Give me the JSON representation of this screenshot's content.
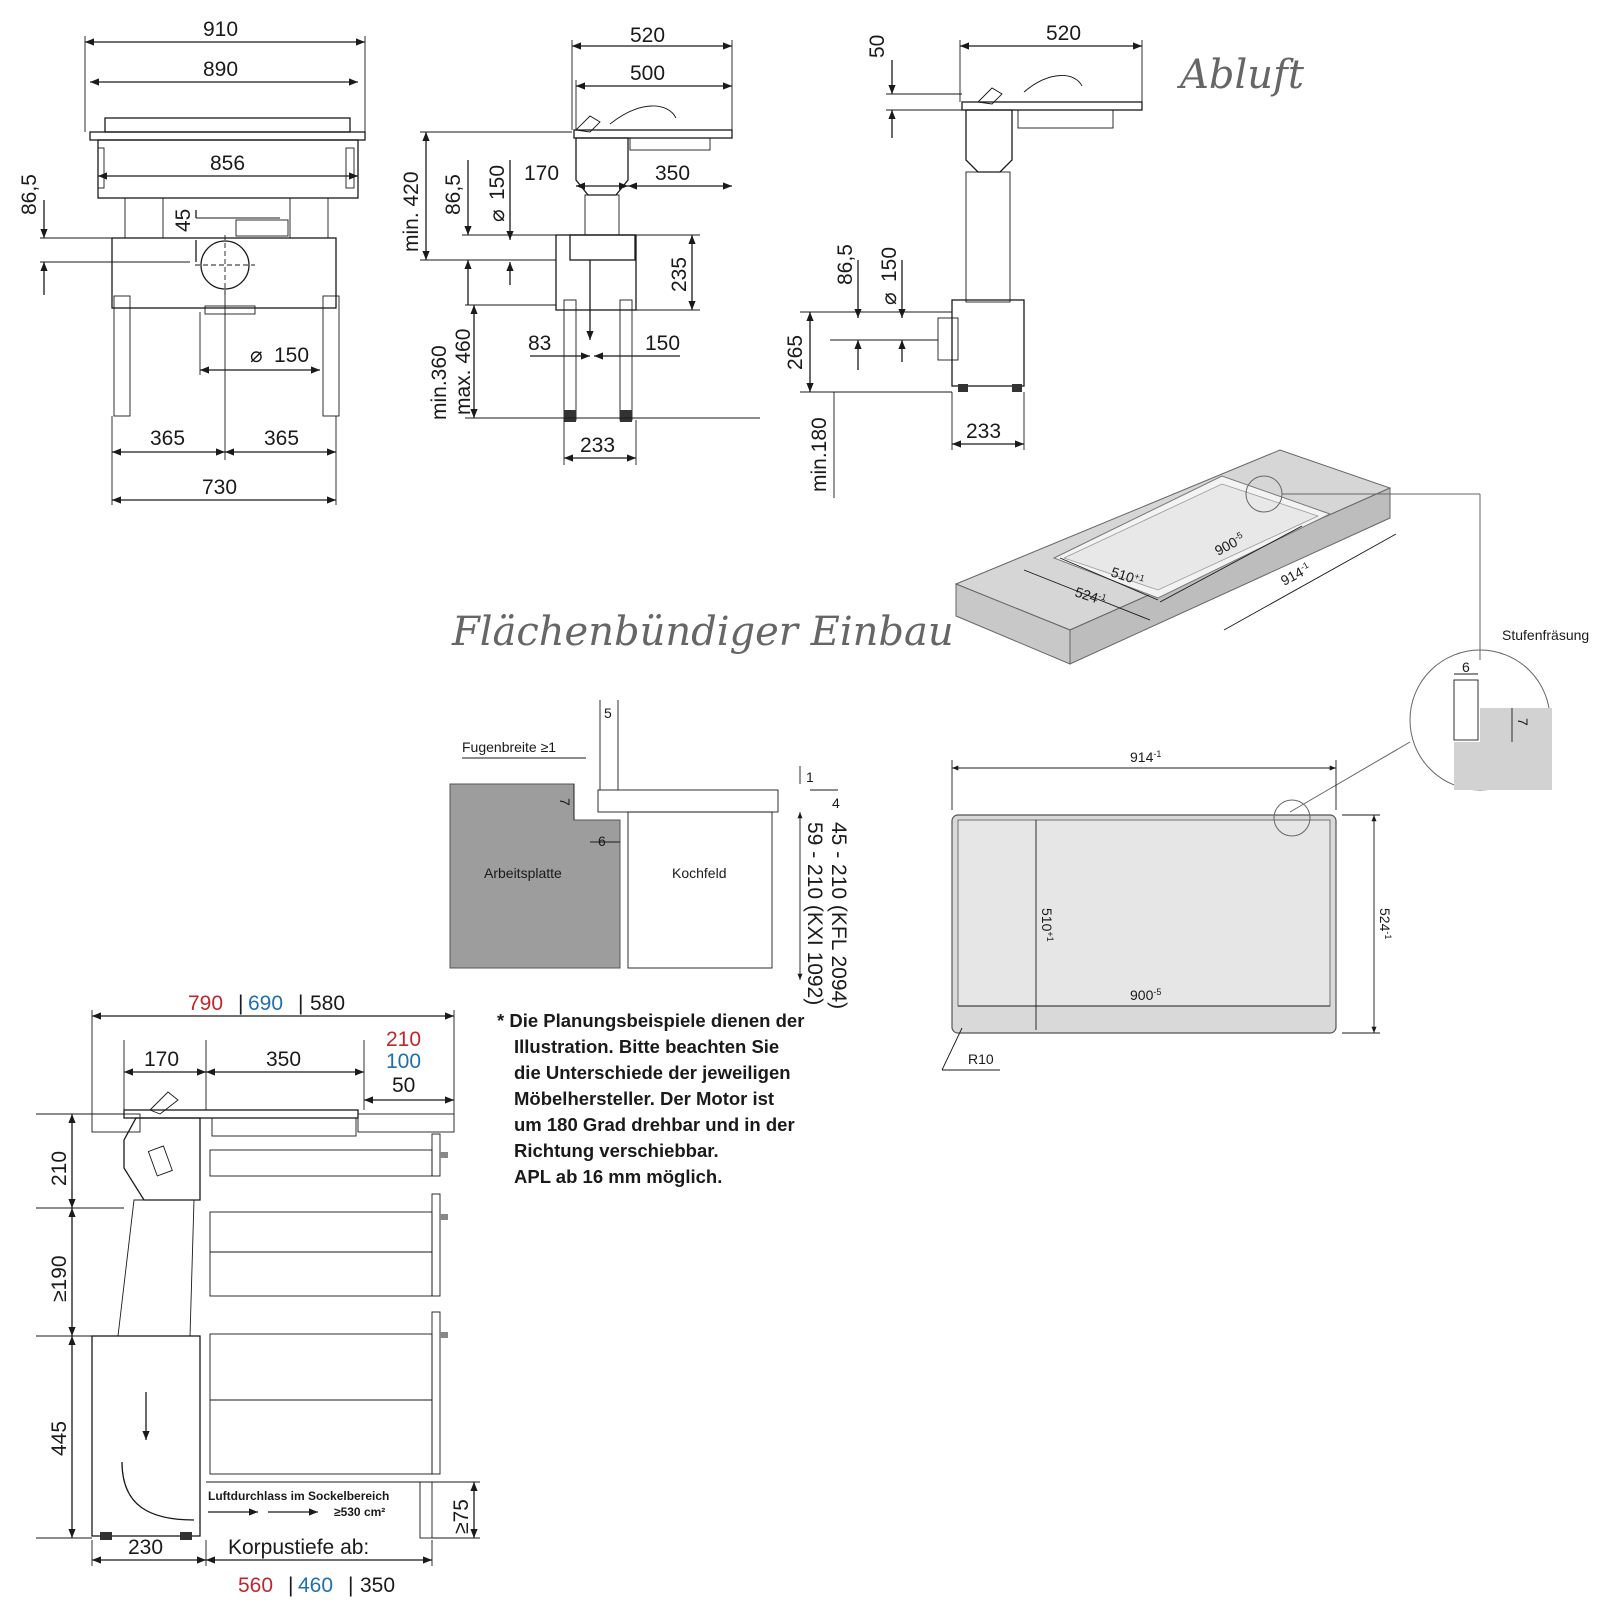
{
  "headings": {
    "abluft": "Abluft",
    "flush": "Flächenbündiger Einbau"
  },
  "front_view": {
    "w_910": "910",
    "w_890": "890",
    "w_856": "856",
    "h_86_5": "86,5",
    "h_45": "45",
    "dia_150": "150",
    "w_365_left": "365",
    "w_365_right": "365",
    "w_730": "730"
  },
  "side_view": {
    "w_520": "520",
    "w_500": "500",
    "w_170": "170",
    "w_350": "350",
    "min_420": "min. 420",
    "h_86_5": "86,5",
    "dia_150": "150",
    "h_235": "235",
    "w_83": "83",
    "w_150": "150",
    "min_360": "min.360",
    "max_460": "max. 460",
    "w_233": "233"
  },
  "abluft_view": {
    "h_50": "50",
    "w_520": "520",
    "h_86_5": "86,5",
    "dia_150": "150",
    "h_265": "265",
    "min_180": "min.180",
    "w_233": "233"
  },
  "iso_view": {
    "d_510": "510",
    "tol_510": "+1",
    "d_900": "900",
    "tol_900": "-5",
    "d_524": "524",
    "tol_524": "-1",
    "d_914": "914",
    "tol_914": "-1"
  },
  "detail": {
    "title": "Stufenfräsung",
    "w_6": "6",
    "h_7": "7"
  },
  "cutout_plan": {
    "d_914": "914",
    "tol_914": "-1",
    "d_510": "510",
    "tol_510": "+1",
    "d_524": "524",
    "tol_524": "-1",
    "d_900": "900",
    "tol_900": "-5",
    "radius": "R10"
  },
  "section": {
    "fugenbreite": "Fugenbreite ≥1",
    "w_5": "5",
    "h_7": "7",
    "w_6": "6",
    "h_1": "1",
    "h_4": "4",
    "range_kfl": "45 - 210 (KFL 2094)",
    "range_kxi": "59 - 210 (KXI 1092)",
    "arbeitsplatte": "Arbeitsplatte",
    "kochfeld": "Kochfeld"
  },
  "planning_note": [
    "* Die Planungsbeispiele dienen der",
    "Illustration. Bitte beachten Sie",
    "die Unterschiede der jeweiligen",
    "Möbelhersteller. Der Motor ist",
    "um 180 Grad drehbar und in der",
    "Richtung verschiebbar.",
    "APL ab 16 mm möglich."
  ],
  "cabinet": {
    "top_red": "790",
    "top_blue": "690",
    "top_black": "580",
    "w_170": "170",
    "w_350": "350",
    "r_red": "210",
    "r_blue": "100",
    "r_black": "50",
    "h_210": "210",
    "h_190": "≥190",
    "h_445": "445",
    "h_75": "≥75",
    "w_230": "230",
    "korpus": "Korpustiefe ab:",
    "bot_red": "560",
    "bot_blue": "460",
    "bot_black": "350",
    "luft_1": "Luftdurchlass im Sockelbereich",
    "luft_2": "≥530 cm²"
  },
  "colors": {
    "red": "#c0272d",
    "blue": "#1f6fb0",
    "worktop": "#9d9d9d",
    "hob_fill": "#dcdcdc",
    "heading": "#666666"
  }
}
